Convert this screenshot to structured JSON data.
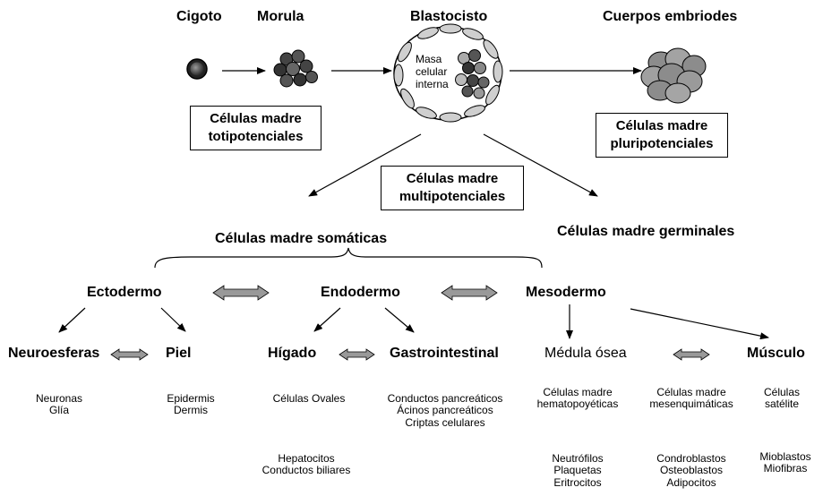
{
  "top": {
    "cigoto": "Cigoto",
    "morula": "Morula",
    "blastocisto": "Blastocisto",
    "cuerpos": "Cuerpos embriodes",
    "masa_l1": "Masa",
    "masa_l2": "celular",
    "masa_l3": "interna"
  },
  "boxes": {
    "toti_l1": "Células madre",
    "toti_l2": "totipotenciales",
    "pluri_l1": "Células madre",
    "pluri_l2": "pluripotenciales",
    "multi_l1": "Células madre",
    "multi_l2": "multipotenciales"
  },
  "groups": {
    "somaticas": "Células madre somáticas",
    "germinales": "Células madre germinales"
  },
  "layers": {
    "ectodermo": "Ectodermo",
    "endodermo": "Endodermo",
    "mesodermo": "Mesodermo"
  },
  "tissues": {
    "neuroesferas": "Neuroesferas",
    "piel": "Piel",
    "higado": "Hígado",
    "gastro": "Gastrointestinal",
    "medula": "Médula ósea",
    "musculo": "Músculo"
  },
  "cells": {
    "neuro": [
      "Neuronas",
      "Glía"
    ],
    "piel": [
      "Epidermis",
      "Dermis"
    ],
    "higado_a": [
      "Células Ovales"
    ],
    "higado_b": [
      "Hepatocitos",
      "Conductos biliares"
    ],
    "gastro": [
      "Conductos pancreáticos",
      "Ácinos pancreáticos",
      "Criptas celulares"
    ],
    "hemato": [
      "Células madre",
      "hematopoyéticas"
    ],
    "hemato_b": [
      "Neutrófilos",
      "Plaquetas",
      "Eritrocitos"
    ],
    "mesen": [
      "Células madre",
      "mesenquimáticas"
    ],
    "mesen_b": [
      "Condroblastos",
      "Osteoblastos",
      "Adipocitos"
    ],
    "satelite": [
      "Células",
      "satélite"
    ],
    "musc_b": [
      "Mioblastos",
      "Miofibras"
    ]
  }
}
